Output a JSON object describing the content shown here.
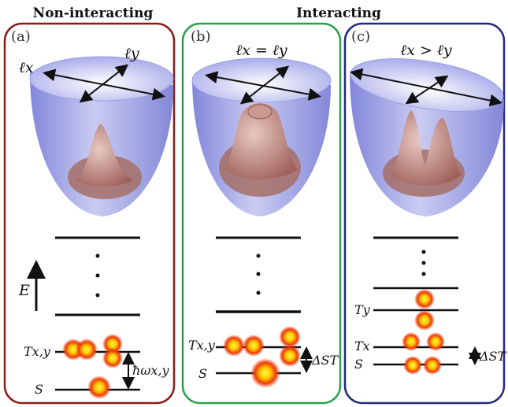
{
  "headers": {
    "left": "Non-interacting",
    "right": "Interacting"
  },
  "panels": [
    {
      "id": "a",
      "label": "(a)",
      "border_color": "#8b1a1a",
      "axis_x": "ℓx",
      "axis_y": "ℓy",
      "energy_axis": "E",
      "levels": {
        "upper": "Tx,y",
        "lower": "S"
      },
      "spacing_label": "ħωx,y"
    },
    {
      "id": "b",
      "label": "(b)",
      "border_color": "#2aa14a",
      "title": "ℓx = ℓy",
      "levels": {
        "upper": "Tx,y",
        "lower": "S"
      },
      "gap_label": "ΔST"
    },
    {
      "id": "c",
      "label": "(c)",
      "border_color": "#23287a",
      "title": "ℓx > ℓy",
      "levels": {
        "top": "Ty",
        "upper": "Tx",
        "lower": "S"
      },
      "gap_label": "ΔST"
    }
  ],
  "colors": {
    "bowl": "#8a8fe0",
    "density": "#b87d76",
    "blob_core": "#ffe000",
    "blob_edge": "#e0200a"
  }
}
